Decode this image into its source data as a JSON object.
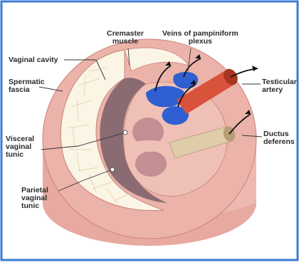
{
  "colors": {
    "border": "#3d7dd6",
    "cord_outer": "#ebb3aa",
    "cord_shadow": "#d8958c",
    "fascia": "#fbf5e6",
    "cavity": "#8a6b72",
    "inner": "#efc0b6",
    "vein": "#2f5fd0",
    "artery": "#d8523c",
    "ductus": "#dfcdaa"
  },
  "labels": {
    "cremaster": [
      "Cremaster",
      "muscle"
    ],
    "veins": [
      "Veins of pampiniform",
      "plexus"
    ],
    "vaginal_cavity": [
      "Vaginal cavity"
    ],
    "spermatic_fascia": [
      "Spermatic",
      "fascia"
    ],
    "testicular_artery": [
      "Testicular",
      "artery"
    ],
    "visceral": [
      "Visceral",
      "vaginal",
      "tunic"
    ],
    "ductus": [
      "Ductus",
      "deferens"
    ],
    "parietal": [
      "Parietal",
      "vaginal",
      "tunic"
    ]
  }
}
